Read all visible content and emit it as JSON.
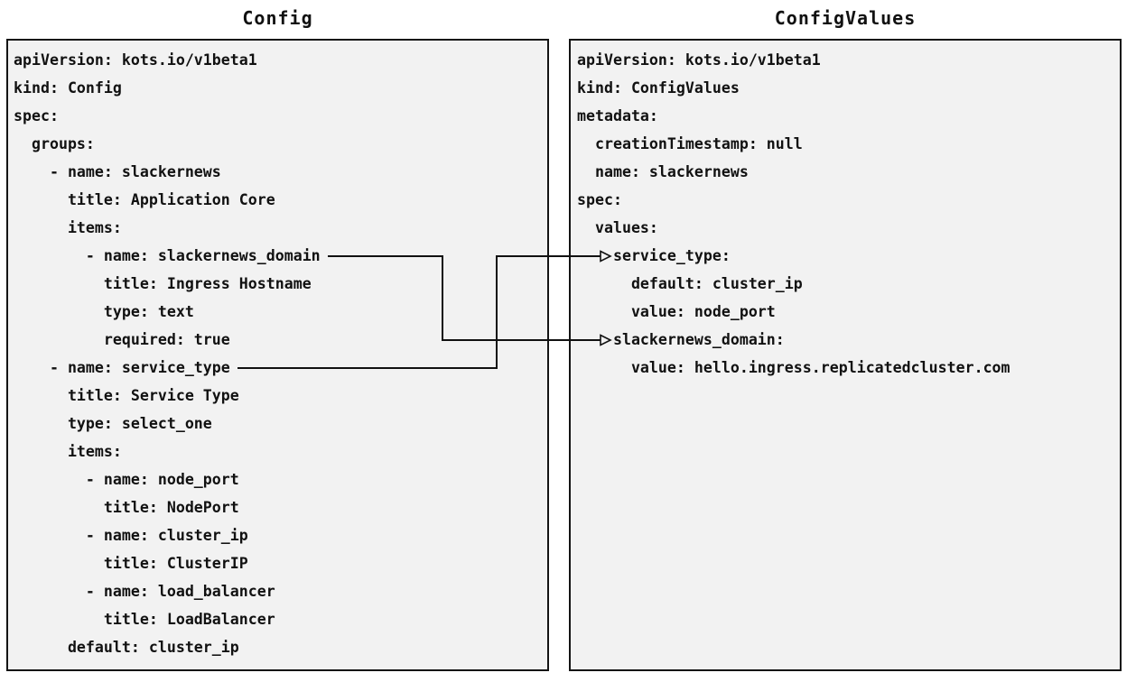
{
  "colors": {
    "page_background": "#ffffff",
    "panel_background": "#f2f2f2",
    "panel_border": "#141414",
    "code_text": "#111111",
    "connector_line": "#111111"
  },
  "panels": [
    {
      "id": "config",
      "title": "Config",
      "code": [
        "apiVersion: kots.io/v1beta1",
        "kind: Config",
        "spec:",
        "  groups:",
        "    - name: slackernews",
        "      title: Application Core",
        "      items:",
        "        - name: slackernews_domain",
        "          title: Ingress Hostname",
        "          type: text",
        "          required: true",
        "    - name: service_type",
        "      title: Service Type",
        "      type: select_one",
        "      items:",
        "        - name: node_port",
        "          title: NodePort",
        "        - name: cluster_ip",
        "          title: ClusterIP",
        "        - name: load_balancer",
        "          title: LoadBalancer",
        "      default: cluster_ip"
      ]
    },
    {
      "id": "configvalues",
      "title": "ConfigValues",
      "code": [
        "apiVersion: kots.io/v1beta1",
        "kind: ConfigValues",
        "metadata:",
        "  creationTimestamp: null",
        "  name: slackernews",
        "spec:",
        "  values:",
        "    service_type:",
        "      default: cluster_ip",
        "      value: node_port",
        "    slackernews_domain:",
        "      value: hello.ingress.replicatedcluster.com"
      ]
    }
  ],
  "connections": [
    {
      "from": "Config item slackernews_domain",
      "to": "ConfigValues value slackernews_domain"
    },
    {
      "from": "Config item service_type",
      "to": "ConfigValues value service_type"
    }
  ]
}
